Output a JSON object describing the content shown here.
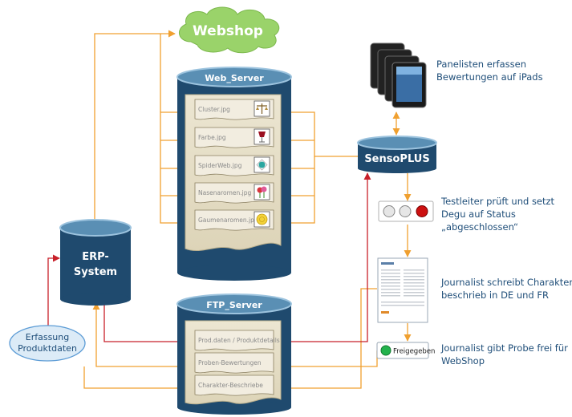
{
  "nodes": {
    "webshop": "Webshop",
    "web_server": "Web_Server",
    "ftp_server": "FTP_Server",
    "erp_line1": "ERP-",
    "erp_line2": "System",
    "sensoplus": "SensoPLUS",
    "erfassung_line1": "Erfassung",
    "erfassung_line2": "Produktdaten"
  },
  "web_files": [
    "Cluster.jpg",
    "Farbe.jpg",
    "SpiderWeb.jpg",
    "Nasenaromen.jpg",
    "Gaumenaromen.jpg"
  ],
  "web_file_icons": [
    "scales-icon",
    "wine-glass-icon",
    "spiderweb-icon",
    "flowers-icon",
    "lemon-icon"
  ],
  "ftp_files": [
    "Prod.daten / Produktdetails",
    "Proben-Bewertungen",
    "Charakter-Beschriebe"
  ],
  "steps": {
    "panel_line1": "Panelisten erfassen",
    "panel_line2": "Bewertungen auf iPads",
    "testleiter_line1": "Testleiter prüft und setzt",
    "testleiter_line2": "Degu  auf Status",
    "testleiter_line3": "„abgeschlossen“",
    "journalist1_line1": "Journalist schreibt Charakter-",
    "journalist1_line2": "beschrieb in DE und FR",
    "journalist2_line1": "Journalist gibt Probe frei für",
    "journalist2_line2": "WebShop"
  },
  "badge": {
    "label": "Freigegeben"
  },
  "colors": {
    "server_dark": "#1f4a6e",
    "server_top": "#5a8fb4",
    "server_rim": "#9cc3de",
    "cloud_green": "#9ad36a",
    "orange_arrow": "#f0a030",
    "red_arrow": "#c8202a",
    "doc_fill": "#e6dfc8",
    "label_blue": "#1f4e79",
    "oval_fill": "#dcebf7",
    "oval_stroke": "#5b9bd5"
  }
}
